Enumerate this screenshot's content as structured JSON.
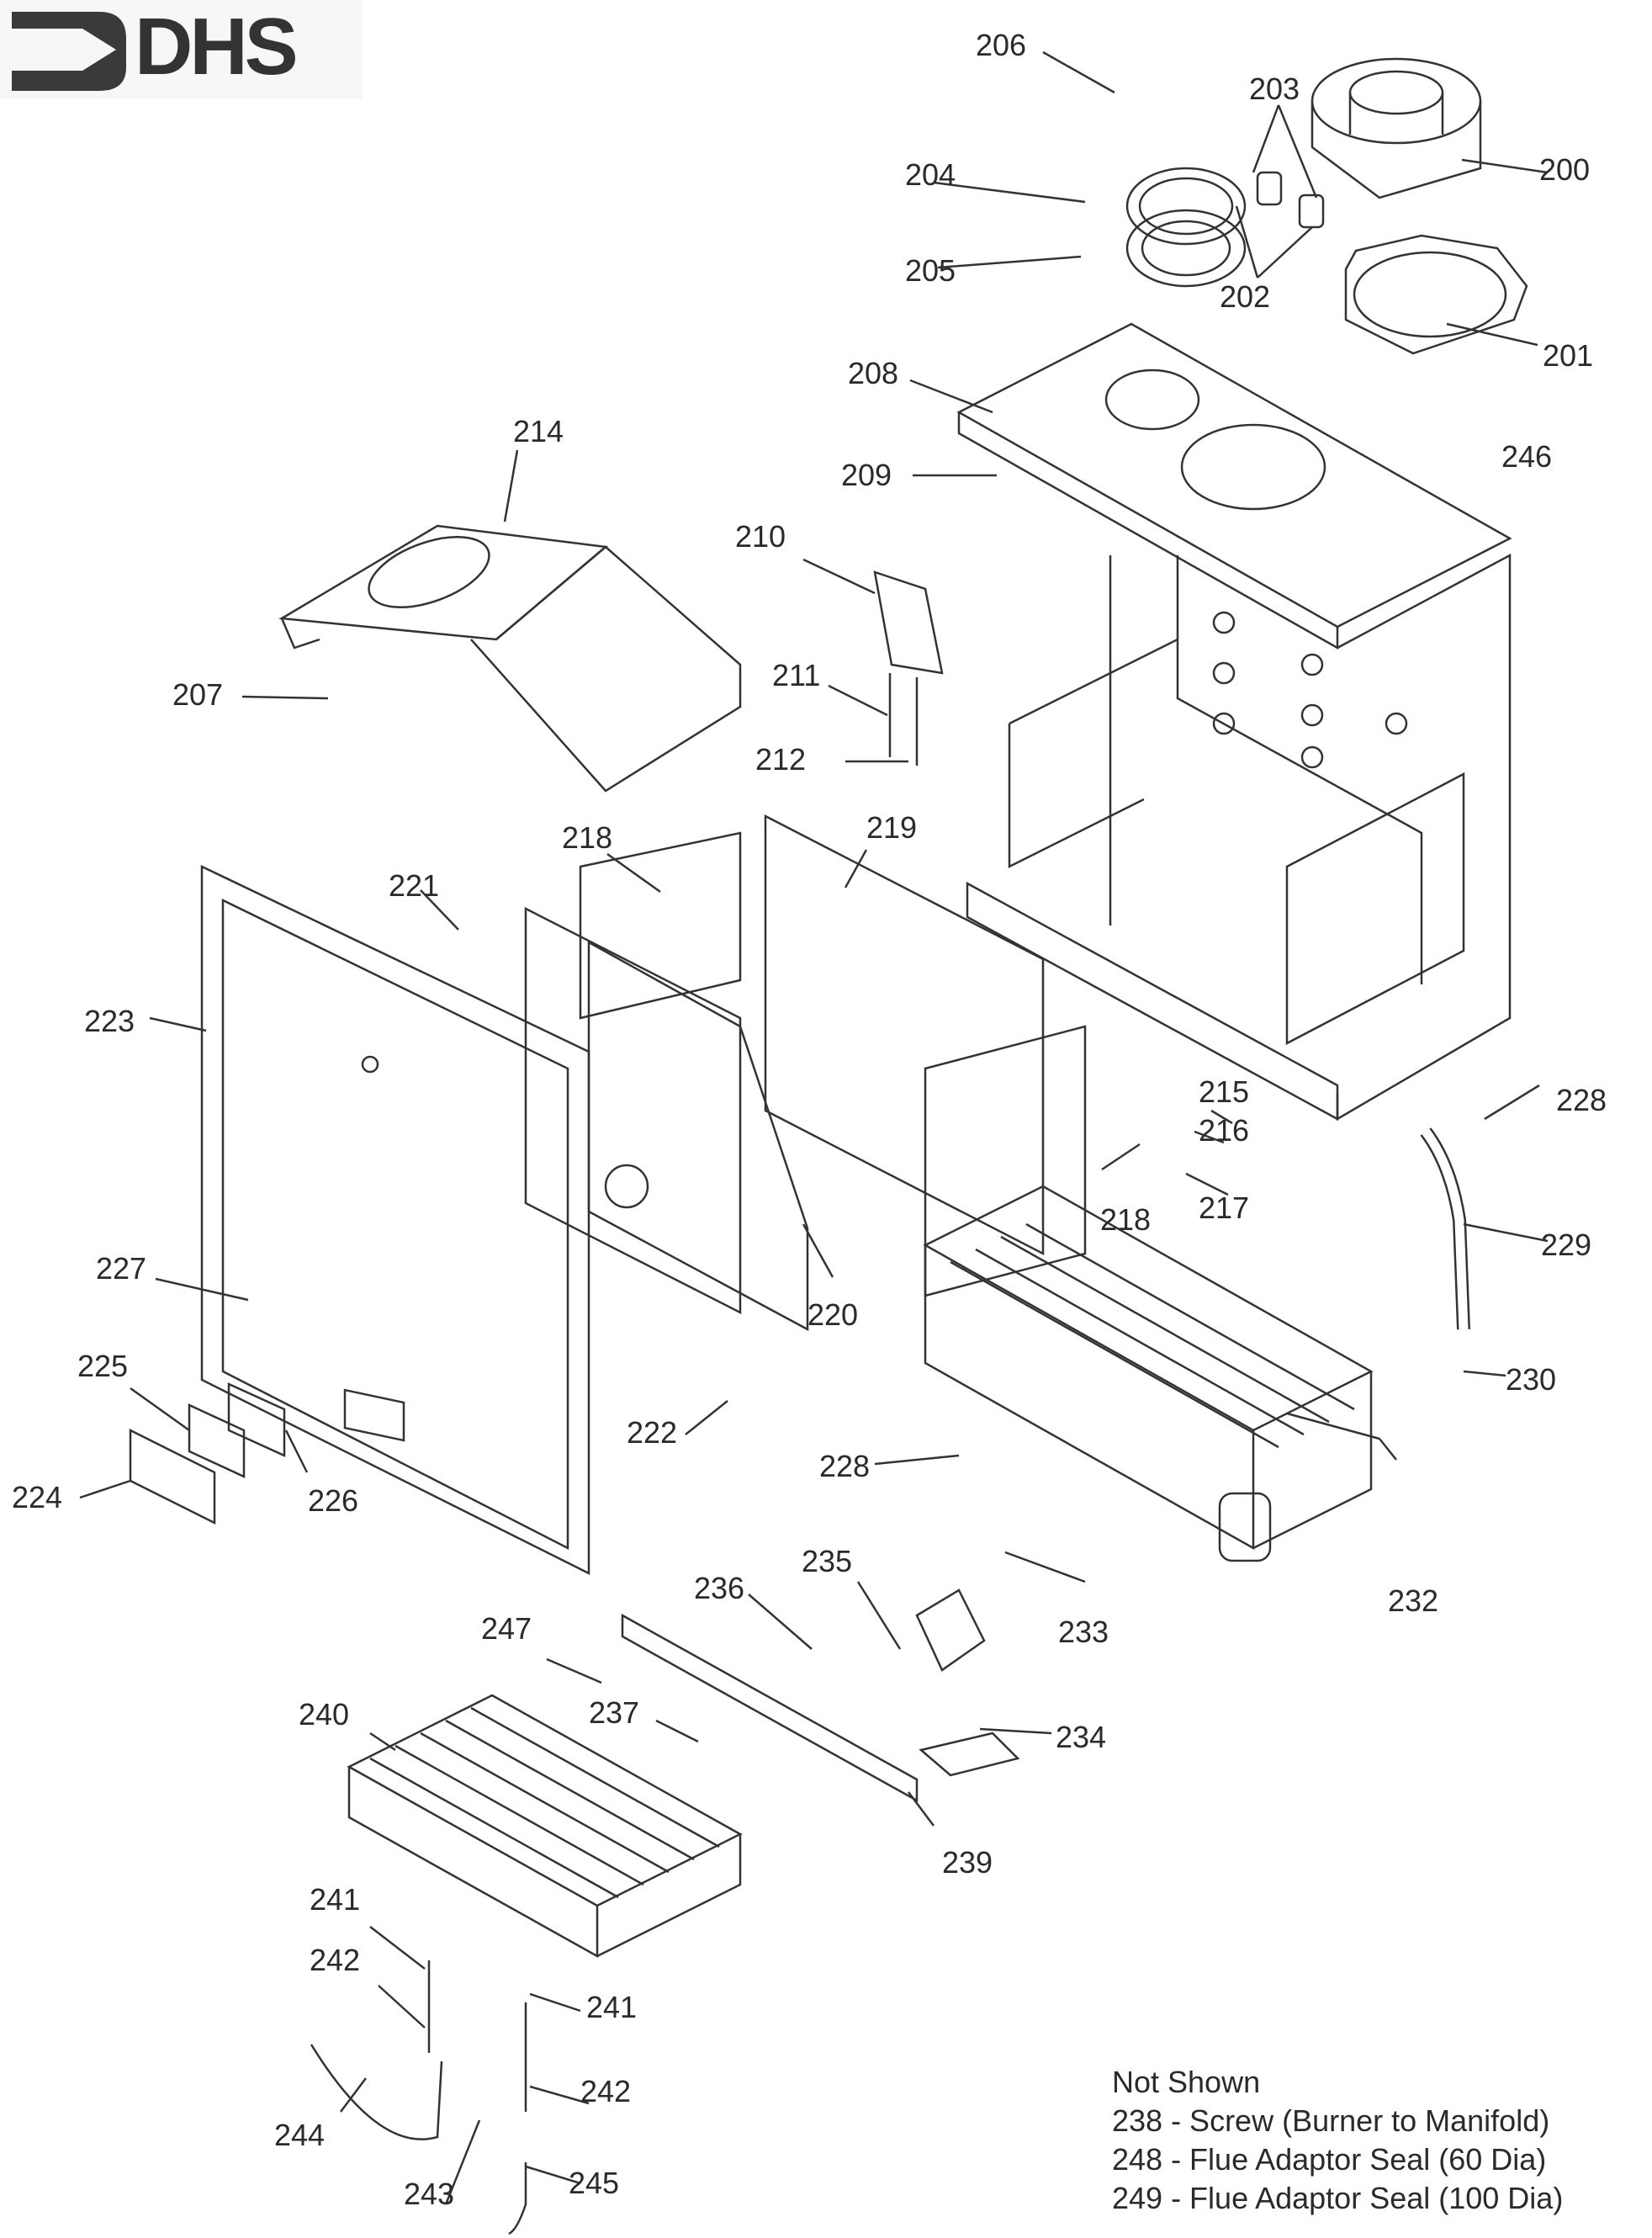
{
  "logo": {
    "text": "DHS",
    "icon": "arrow-bracket-logo-icon"
  },
  "labels": [
    {
      "id": "200",
      "text": "200"
    },
    {
      "id": "201",
      "text": "201"
    },
    {
      "id": "202",
      "text": "202"
    },
    {
      "id": "203",
      "text": "203"
    },
    {
      "id": "204",
      "text": "204"
    },
    {
      "id": "205",
      "text": "205"
    },
    {
      "id": "206",
      "text": "206"
    },
    {
      "id": "207",
      "text": "207"
    },
    {
      "id": "208",
      "text": "208"
    },
    {
      "id": "209",
      "text": "209"
    },
    {
      "id": "210",
      "text": "210"
    },
    {
      "id": "211",
      "text": "211"
    },
    {
      "id": "212",
      "text": "212"
    },
    {
      "id": "214",
      "text": "214"
    },
    {
      "id": "215",
      "text": "215"
    },
    {
      "id": "216",
      "text": "216"
    },
    {
      "id": "217",
      "text": "217"
    },
    {
      "id": "218a",
      "text": "218"
    },
    {
      "id": "218b",
      "text": "218"
    },
    {
      "id": "219",
      "text": "219"
    },
    {
      "id": "220",
      "text": "220"
    },
    {
      "id": "221",
      "text": "221"
    },
    {
      "id": "222",
      "text": "222"
    },
    {
      "id": "223",
      "text": "223"
    },
    {
      "id": "224",
      "text": "224"
    },
    {
      "id": "225",
      "text": "225"
    },
    {
      "id": "226",
      "text": "226"
    },
    {
      "id": "227",
      "text": "227"
    },
    {
      "id": "228a",
      "text": "228"
    },
    {
      "id": "228b",
      "text": "228"
    },
    {
      "id": "229",
      "text": "229"
    },
    {
      "id": "230",
      "text": "230"
    },
    {
      "id": "232",
      "text": "232"
    },
    {
      "id": "233",
      "text": "233"
    },
    {
      "id": "234",
      "text": "234"
    },
    {
      "id": "235",
      "text": "235"
    },
    {
      "id": "236",
      "text": "236"
    },
    {
      "id": "237",
      "text": "237"
    },
    {
      "id": "239",
      "text": "239"
    },
    {
      "id": "240",
      "text": "240"
    },
    {
      "id": "241a",
      "text": "241"
    },
    {
      "id": "241b",
      "text": "241"
    },
    {
      "id": "242a",
      "text": "242"
    },
    {
      "id": "242b",
      "text": "242"
    },
    {
      "id": "243",
      "text": "243"
    },
    {
      "id": "244",
      "text": "244"
    },
    {
      "id": "245",
      "text": "245"
    },
    {
      "id": "246",
      "text": "246"
    },
    {
      "id": "247",
      "text": "247"
    }
  ],
  "not_shown": {
    "heading": "Not Shown",
    "items": [
      "238 - Screw (Burner to Manifold)",
      "248 - Flue Adaptor Seal (60 Dia)",
      "249 - Flue Adaptor Seal (100 Dia)"
    ]
  }
}
